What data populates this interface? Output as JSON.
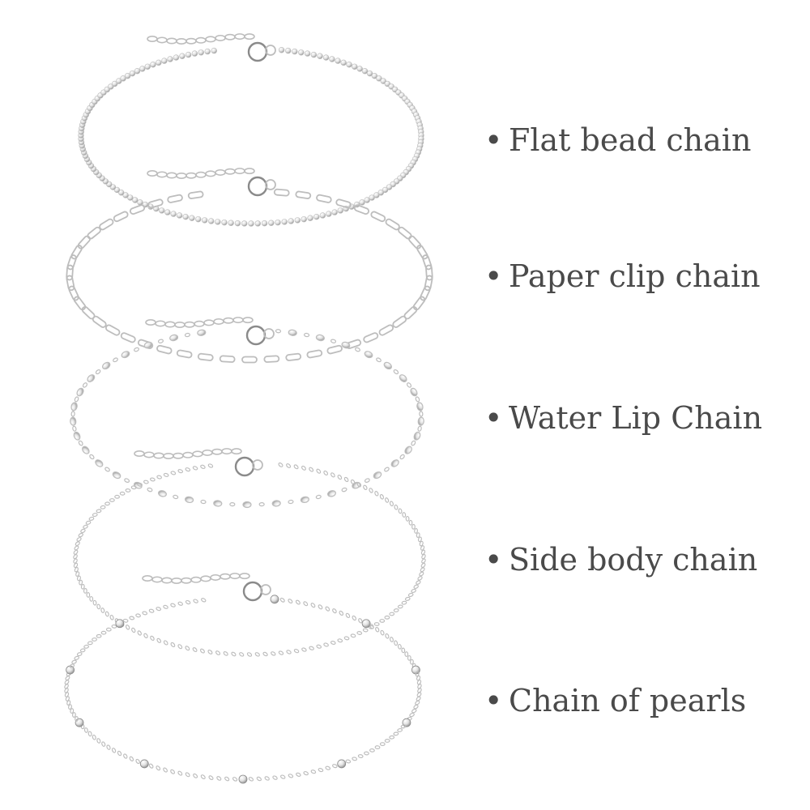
{
  "bracelets": [
    {
      "label": "Flat bead chain",
      "chain_style": "flat-bead"
    },
    {
      "label": "Paper clip chain",
      "chain_style": "paper-clip"
    },
    {
      "label": "Water Lip Chain",
      "chain_style": "water-lip"
    },
    {
      "label": "Side body chain",
      "chain_style": "side-body"
    },
    {
      "label": "Chain of pearls",
      "chain_style": "pearls"
    }
  ],
  "bullet": "•",
  "colors": {
    "background": "#ffffff",
    "text": "#4a4a4a",
    "silver_light": "#e6e6e6",
    "silver_mid": "#bdbdbd",
    "silver_dark": "#8a8a8a"
  }
}
